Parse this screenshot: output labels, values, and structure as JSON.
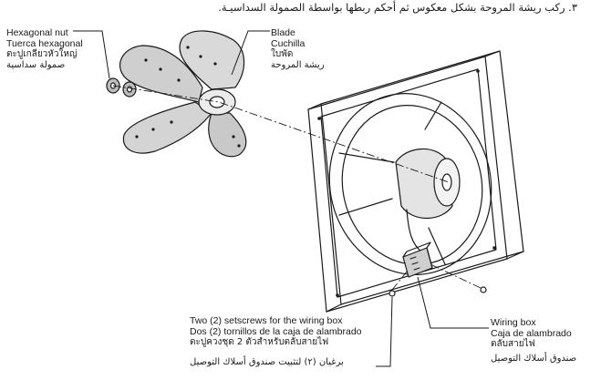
{
  "instruction": "٣.  ركب ريشة المروحة بشكل معكوس ثم أحكم ربطها بواسطة الصمولة السداسيـة.",
  "labels": {
    "hex_nut": {
      "en": "Hexagonal nut",
      "es": "Tuerca hexagonal",
      "th": "ตะปูเกลียวหัวใหญ่",
      "ar": "صمولة سداسية"
    },
    "blade": {
      "en": "Blade",
      "es": "Cuchilla",
      "th": "ใบพัด",
      "ar": "ريشة المروحة"
    },
    "setscrews": {
      "en": "Two (2) setscrews for the wiring box",
      "es": "Dos (2) tornillos de la caja de alambrado",
      "th": "ตะปูควงชุด 2 ตัวสำหรับตลับสายไฟ",
      "ar": "برغيان (٢) لتثبيت صندوق أسلاك التوصيل"
    },
    "wiring_box": {
      "en": "Wiring box",
      "es": "Caja de alambrado",
      "th": "ตลับสายไฟ",
      "ar": "صندوق أسلاك التوصيل"
    }
  },
  "colors": {
    "ink": "#1a1a1a",
    "paper": "#ffffff",
    "shade": "#9a9a9a"
  }
}
